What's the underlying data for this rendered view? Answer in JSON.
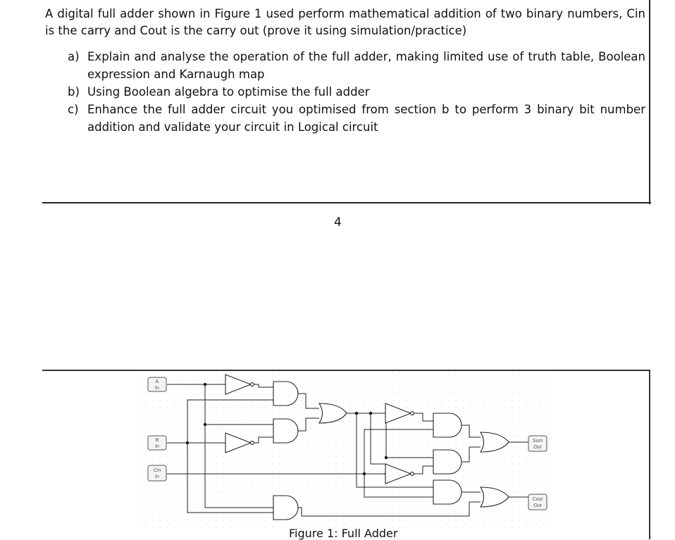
{
  "question": {
    "intro": "A digital full adder shown in Figure 1 used perform mathematical addition of two binary numbers, Cin is the carry and Cout is the carry out (prove it using simulation/practice)",
    "items": [
      {
        "marker": "a)",
        "text": "Explain and analyse the operation of the full adder, making limited use of truth table, Boolean expression and Karnaugh map"
      },
      {
        "marker": "b)",
        "text": "Using Boolean algebra to optimise the full adder"
      },
      {
        "marker": "c)",
        "text": "Enhance the full adder circuit you optimised from section b to perform 3 binary bit number addition and validate your circuit in Logical circuit"
      }
    ]
  },
  "page_number": "4",
  "figure": {
    "caption": "Figure 1: Full Adder",
    "inputs": [
      {
        "name": "A",
        "sub": "In"
      },
      {
        "name": "B",
        "sub": "In"
      },
      {
        "name": "Cin",
        "sub": "In"
      }
    ],
    "outputs": [
      {
        "name": "Sum",
        "sub": "Out"
      },
      {
        "name": "Cout",
        "sub": "Out"
      }
    ]
  }
}
